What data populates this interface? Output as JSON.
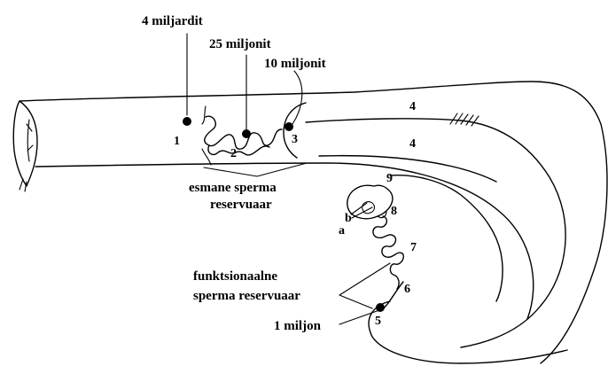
{
  "labels": {
    "count_4_billion": "4 miljardit",
    "count_25_million": "25 miljonit",
    "count_10_million": "10 miljonit",
    "count_1_million": "1 miljon",
    "primary_reservoir_line1": "esmane sperma",
    "primary_reservoir_line2": "reservuaar",
    "functional_reservoir_line1": "funktsionaalne",
    "functional_reservoir_line2": "sperma reservuaar"
  },
  "numbers": {
    "n1": "1",
    "n2": "2",
    "n3": "3",
    "n4a": "4",
    "n4b": "4",
    "n5": "5",
    "n6": "6",
    "n7": "7",
    "n8": "8",
    "n9": "9",
    "la": "a",
    "lb": "b"
  }
}
